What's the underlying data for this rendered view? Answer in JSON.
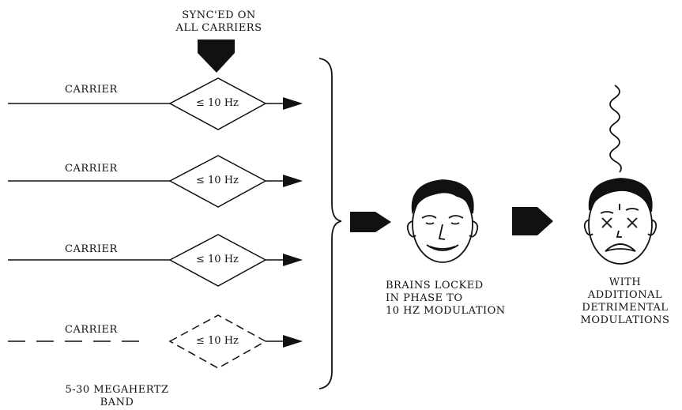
{
  "sync_label": [
    "SYNC'ED ON",
    "ALL CARRIERS"
  ],
  "carriers": [
    {
      "label": "CARRIER",
      "freq": "≤ 10 Hz",
      "style": "solid"
    },
    {
      "label": "CARRIER",
      "freq": "≤ 10 Hz",
      "style": "solid"
    },
    {
      "label": "CARRIER",
      "freq": "≤ 10 Hz",
      "style": "solid"
    },
    {
      "label": "CARRIER",
      "freq": "≤ 10 Hz",
      "style": "dashed"
    }
  ],
  "band_label": [
    "5-30 MEGAHERTZ",
    "BAND"
  ],
  "brains_label": [
    "BRAINS LOCKED",
    "IN PHASE TO",
    "10 HZ  MODULATION"
  ],
  "detrimental_label": [
    "WITH",
    "ADDITIONAL",
    "DETRIMENTAL",
    "MODULATIONS"
  ],
  "colors": {
    "ink": "#111111",
    "background": "#ffffff"
  }
}
